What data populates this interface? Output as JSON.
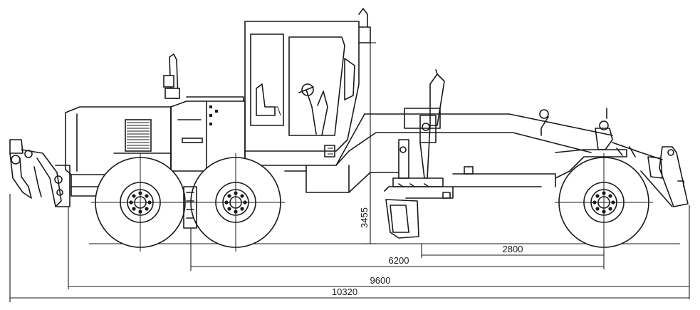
{
  "dimensions": {
    "height": "3455",
    "wheelbase_rear_to_front": "6200",
    "blade_to_front_axle": "2800",
    "overall_frame": "9600",
    "overall_length": "10320"
  },
  "colors": {
    "ink": "#1a1a1a",
    "paper": "#ffffff"
  }
}
